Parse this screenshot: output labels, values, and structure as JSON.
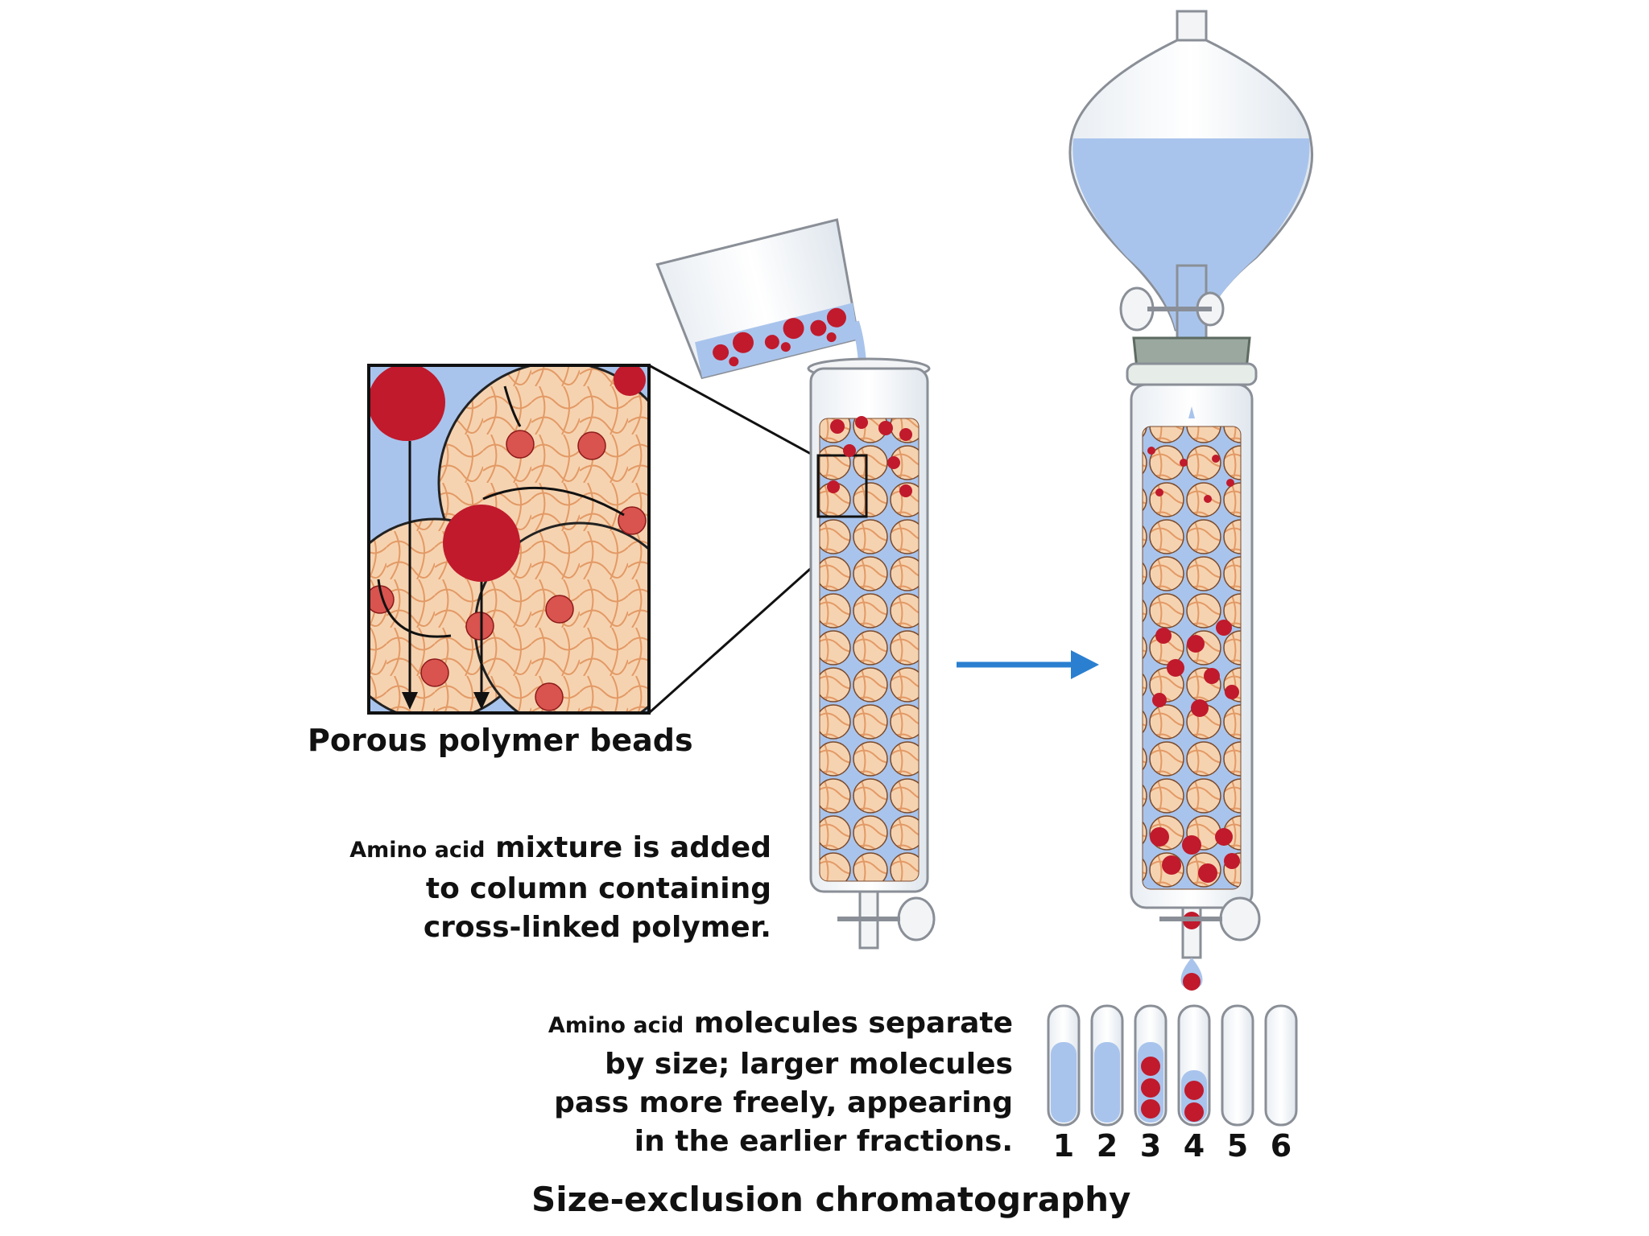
{
  "captions": {
    "beads": "Porous polymer beads",
    "mixture_small": "Amino acid",
    "mixture_line1": "mixture is added",
    "mixture_line2": "to column containing",
    "mixture_line3": "cross-linked polymer.",
    "separate_small": "Amino acid",
    "separate_line1": "molecules separate",
    "separate_line2": "by size; larger molecules",
    "separate_line3": "pass more freely, appearing",
    "separate_line4": "in the earlier fractions.",
    "title": "Size-exclusion chromatography"
  },
  "fractions": [
    "1",
    "2",
    "3",
    "4",
    "5",
    "6"
  ],
  "colors": {
    "liquid": "#a9c4ec",
    "bead_fill": "#f6d3b0",
    "bead_fiber": "#e39a66",
    "molecule": "#c01a2c",
    "arrow_blue": "#2a7fd0",
    "glass_stroke": "#8a8f97",
    "stopper": "#9aa89f"
  }
}
